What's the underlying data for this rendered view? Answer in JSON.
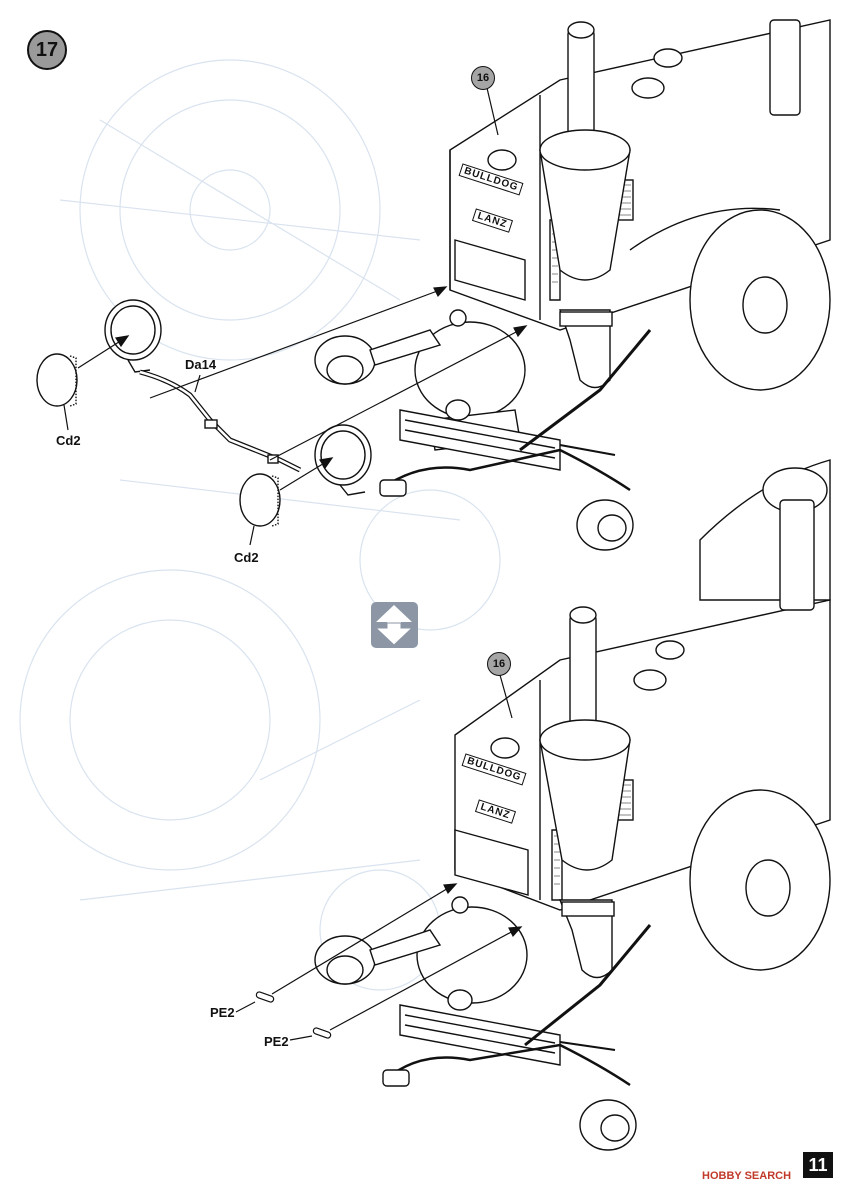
{
  "step": {
    "number": "17"
  },
  "top_view": {
    "callout": "16",
    "hood_texts": [
      "BULLDOG",
      "LANZ"
    ],
    "labels": {
      "bar": "Da14",
      "lens_left": "Cd2",
      "lens_right": "Cd2"
    }
  },
  "bottom_view": {
    "callout": "16",
    "hood_texts": [
      "BULLDOG",
      "LANZ"
    ],
    "labels": {
      "clip_upper": "PE2",
      "clip_lower": "PE2"
    }
  },
  "page_number": "11",
  "watermark": "HOBBY SEARCH",
  "colors": {
    "line": "#111111",
    "callout_fill": "#a5a5a5",
    "ghost": "#d9e3ef",
    "arrow_icon": "#8c96a5"
  }
}
